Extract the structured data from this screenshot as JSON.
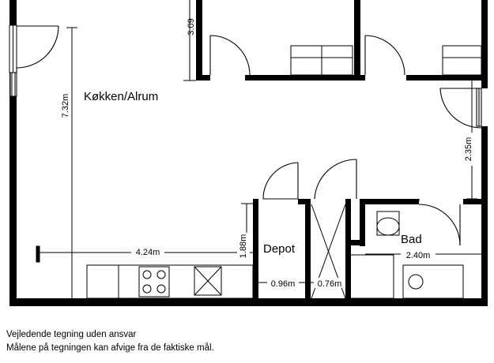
{
  "rooms": {
    "kitchen": "Køkken/Alrum",
    "depot": "Depot",
    "bath": "Bad"
  },
  "dimensions": {
    "top_height": "3.09",
    "kitchen_height": "7.32m",
    "kitchen_width": "4.24m",
    "depot_height": "1.88m",
    "depot_width": "0.96m",
    "closet_width": "0.76m",
    "bath_width": "2.40m",
    "right_height": "2.35m"
  },
  "disclaimer": {
    "line1": "Vejledende tegning uden ansvar",
    "line2": "Målene på tegningen kan afvige fra de faktiske mål."
  }
}
